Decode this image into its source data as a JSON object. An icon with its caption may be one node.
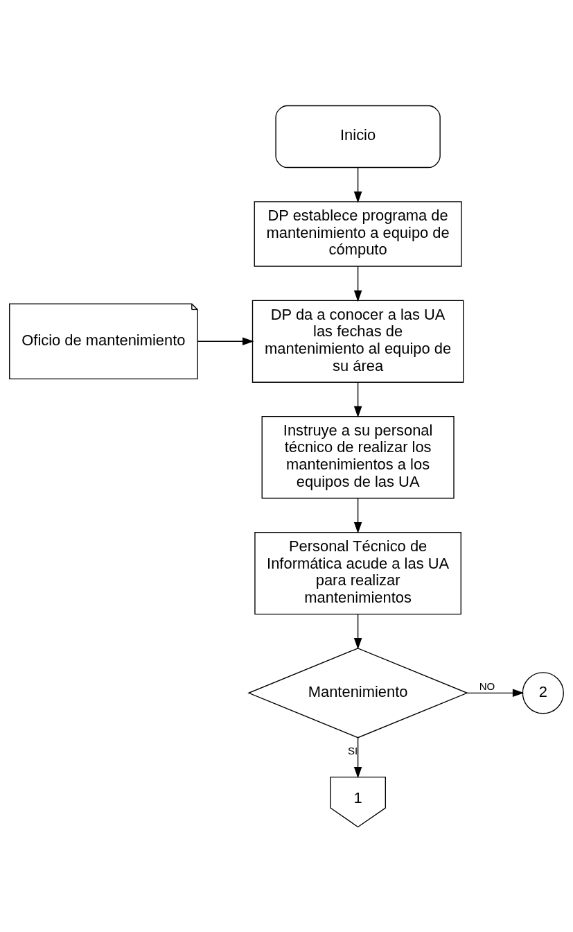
{
  "diagram": {
    "nodes": [
      {
        "text": [
          "Inicio"
        ]
      },
      {
        "text": [
          "DP establece programa de mantenimiento a equipo de cómputo"
        ]
      },
      {
        "text": [
          "Oficio de mantenimiento"
        ]
      },
      {
        "text": [
          "DP da a conocer a las UA las fechas de mantenimiento al equipo de su área"
        ]
      },
      {
        "text": [
          "Instruye a su personal técnico de realizar los mantenimientos a los equipos de las UA"
        ]
      },
      {
        "text": [
          "Personal Técnico de Informática acude a las UA para realizar mantenimientos"
        ]
      },
      {
        "text": [
          "Mantenimiento"
        ]
      },
      {
        "text": [
          "2"
        ]
      },
      {
        "text": [
          "1"
        ]
      }
    ],
    "edges": [
      {
        "from": 0,
        "to": 1,
        "arrow": "to"
      },
      {
        "from": 1,
        "to": 3,
        "arrow": "to"
      },
      {
        "from": 2,
        "to": 3,
        "arrow": "to"
      },
      {
        "from": 3,
        "to": 4,
        "arrow": "to"
      },
      {
        "from": 4,
        "to": 5,
        "arrow": "to"
      },
      {
        "from": 5,
        "to": 6,
        "arrow": "to"
      },
      {
        "from": 6,
        "to": 7,
        "arrow": "to",
        "label": "NO"
      },
      {
        "from": 6,
        "to": 8,
        "arrow": "to",
        "label": "SI"
      }
    ]
  }
}
